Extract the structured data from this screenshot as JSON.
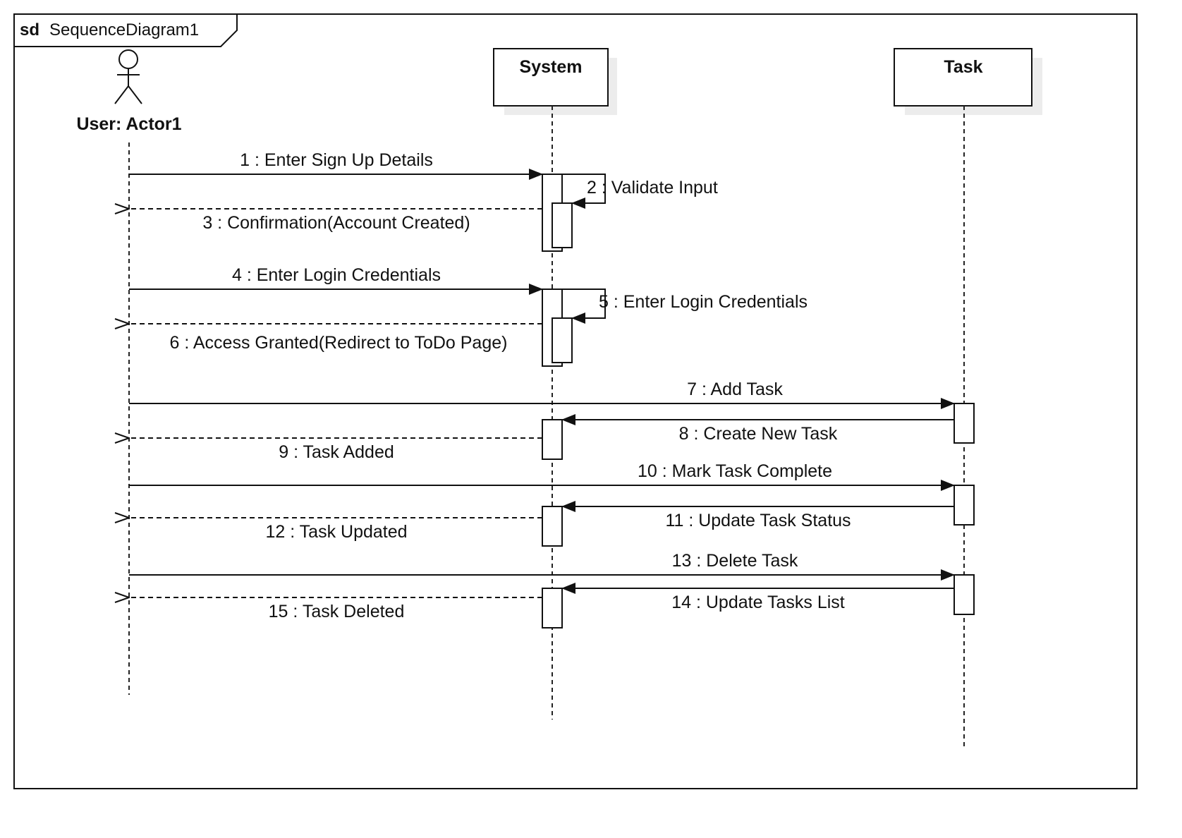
{
  "frame": {
    "keyword": "sd",
    "name": "SequenceDiagram1"
  },
  "actor": {
    "label": "User: Actor1"
  },
  "lifelines": {
    "system": "System",
    "task": "Task"
  },
  "messages": [
    {
      "label": "1 : Enter Sign Up Details",
      "kind": "synchronous",
      "from": "User",
      "to": "System"
    },
    {
      "label": "2 : Validate Input",
      "kind": "self",
      "from": "System",
      "to": "System"
    },
    {
      "label": "3 : Confirmation(Account Created)",
      "kind": "reply",
      "from": "System",
      "to": "User"
    },
    {
      "label": "4 : Enter Login Credentials",
      "kind": "synchronous",
      "from": "User",
      "to": "System"
    },
    {
      "label": "5 : Enter Login Credentials",
      "kind": "self",
      "from": "System",
      "to": "System"
    },
    {
      "label": "6 : Access Granted(Redirect to ToDo Page)",
      "kind": "reply",
      "from": "System",
      "to": "User"
    },
    {
      "label": "7 : Add Task",
      "kind": "synchronous",
      "from": "User",
      "to": "Task"
    },
    {
      "label": "8 : Create New Task",
      "kind": "synchronous",
      "from": "Task",
      "to": "System"
    },
    {
      "label": "9 : Task Added",
      "kind": "reply",
      "from": "System",
      "to": "User"
    },
    {
      "label": "10 : Mark Task Complete",
      "kind": "synchronous",
      "from": "User",
      "to": "Task"
    },
    {
      "label": "11 : Update Task Status",
      "kind": "synchronous",
      "from": "Task",
      "to": "System"
    },
    {
      "label": "12 : Task Updated",
      "kind": "reply",
      "from": "System",
      "to": "User"
    },
    {
      "label": "13 : Delete Task",
      "kind": "synchronous",
      "from": "User",
      "to": "Task"
    },
    {
      "label": "14 : Update Tasks List",
      "kind": "synchronous",
      "from": "Task",
      "to": "System"
    },
    {
      "label": "15 : Task Deleted",
      "kind": "reply",
      "from": "System",
      "to": "User"
    }
  ]
}
